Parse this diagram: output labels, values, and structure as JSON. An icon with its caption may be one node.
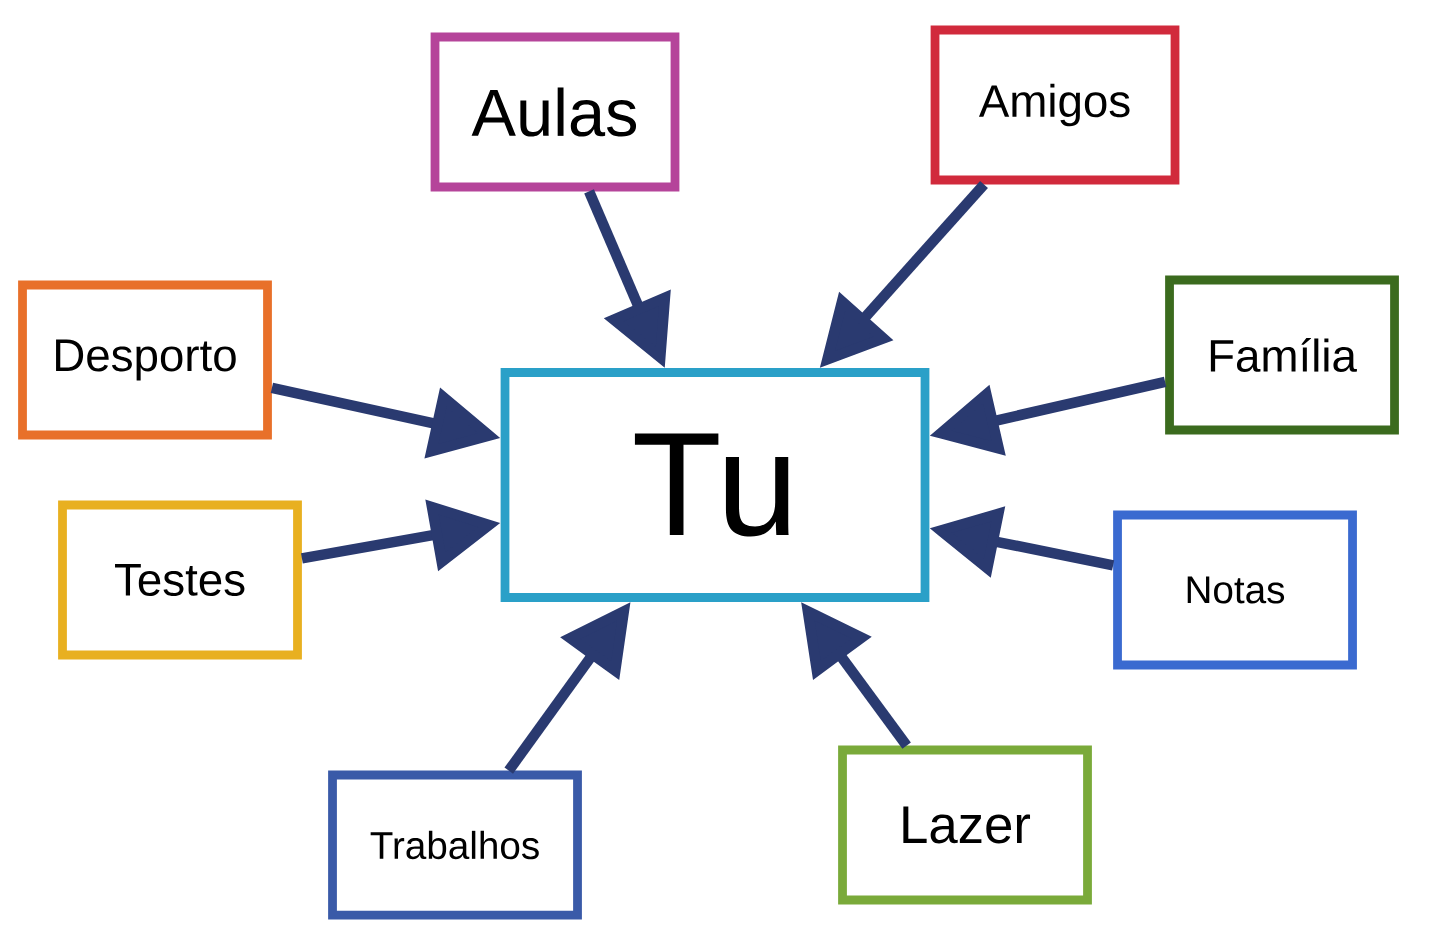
{
  "diagram": {
    "nodes": [
      {
        "text": [
          "Aulas"
        ]
      },
      {
        "text": [
          "Amigos"
        ]
      },
      {
        "text": [
          "Desporto"
        ]
      },
      {
        "text": [
          "Família"
        ]
      },
      {
        "text": [
          "Tu"
        ]
      },
      {
        "text": [
          "Testes"
        ]
      },
      {
        "text": [
          "Notas"
        ]
      },
      {
        "text": [
          "Trabalhos"
        ]
      },
      {
        "text": [
          "Lazer"
        ]
      }
    ],
    "edges": [
      {
        "from": 0,
        "to": 4,
        "arrow": "to"
      },
      {
        "from": 1,
        "to": 4,
        "arrow": "to"
      },
      {
        "from": 2,
        "to": 4,
        "arrow": "to"
      },
      {
        "from": 3,
        "to": 4,
        "arrow": "to"
      },
      {
        "from": 5,
        "to": 4,
        "arrow": "to"
      },
      {
        "from": 6,
        "to": 4,
        "arrow": "to"
      },
      {
        "from": 7,
        "to": 4,
        "arrow": "to"
      },
      {
        "from": 8,
        "to": 4,
        "arrow": "to"
      }
    ]
  }
}
